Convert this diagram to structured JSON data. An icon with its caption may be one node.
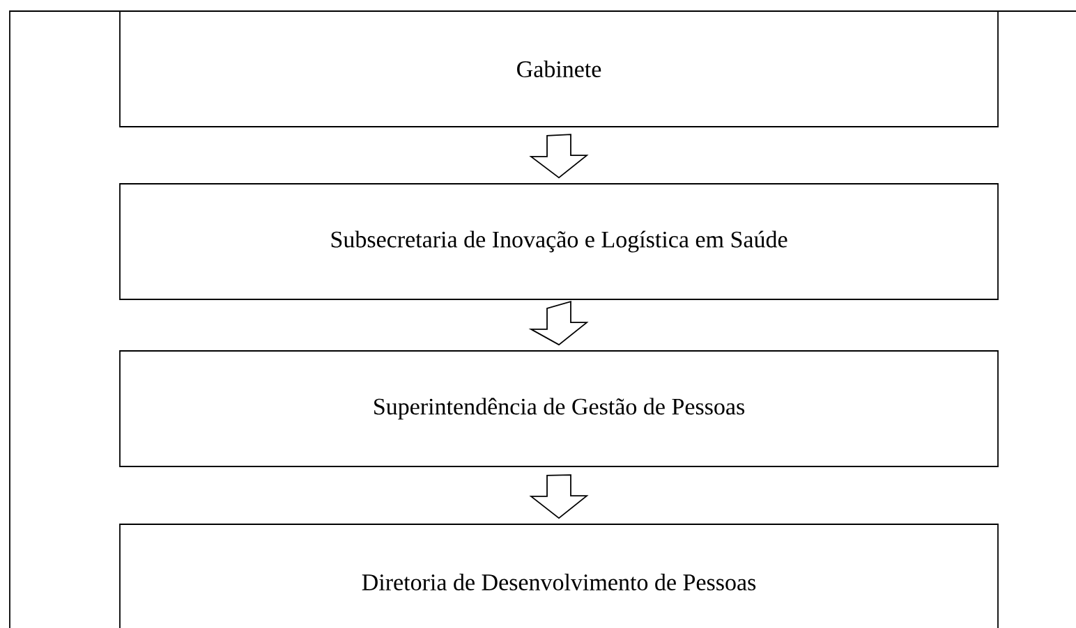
{
  "diagram": {
    "nodes": [
      {
        "text": [
          "Gabinete"
        ]
      },
      {
        "text": [
          "Subsecretaria de Inovação e Logística em Saúde"
        ]
      },
      {
        "text": [
          "Superintendência de Gestão de Pessoas"
        ]
      },
      {
        "text": [
          "Diretoria de Desenvolvimento de Pessoas"
        ]
      }
    ],
    "edges": [
      {
        "from": 0,
        "to": 1,
        "arrow": "to"
      },
      {
        "from": 1,
        "to": 2,
        "arrow": "to"
      },
      {
        "from": 2,
        "to": 3,
        "arrow": "to"
      }
    ]
  }
}
